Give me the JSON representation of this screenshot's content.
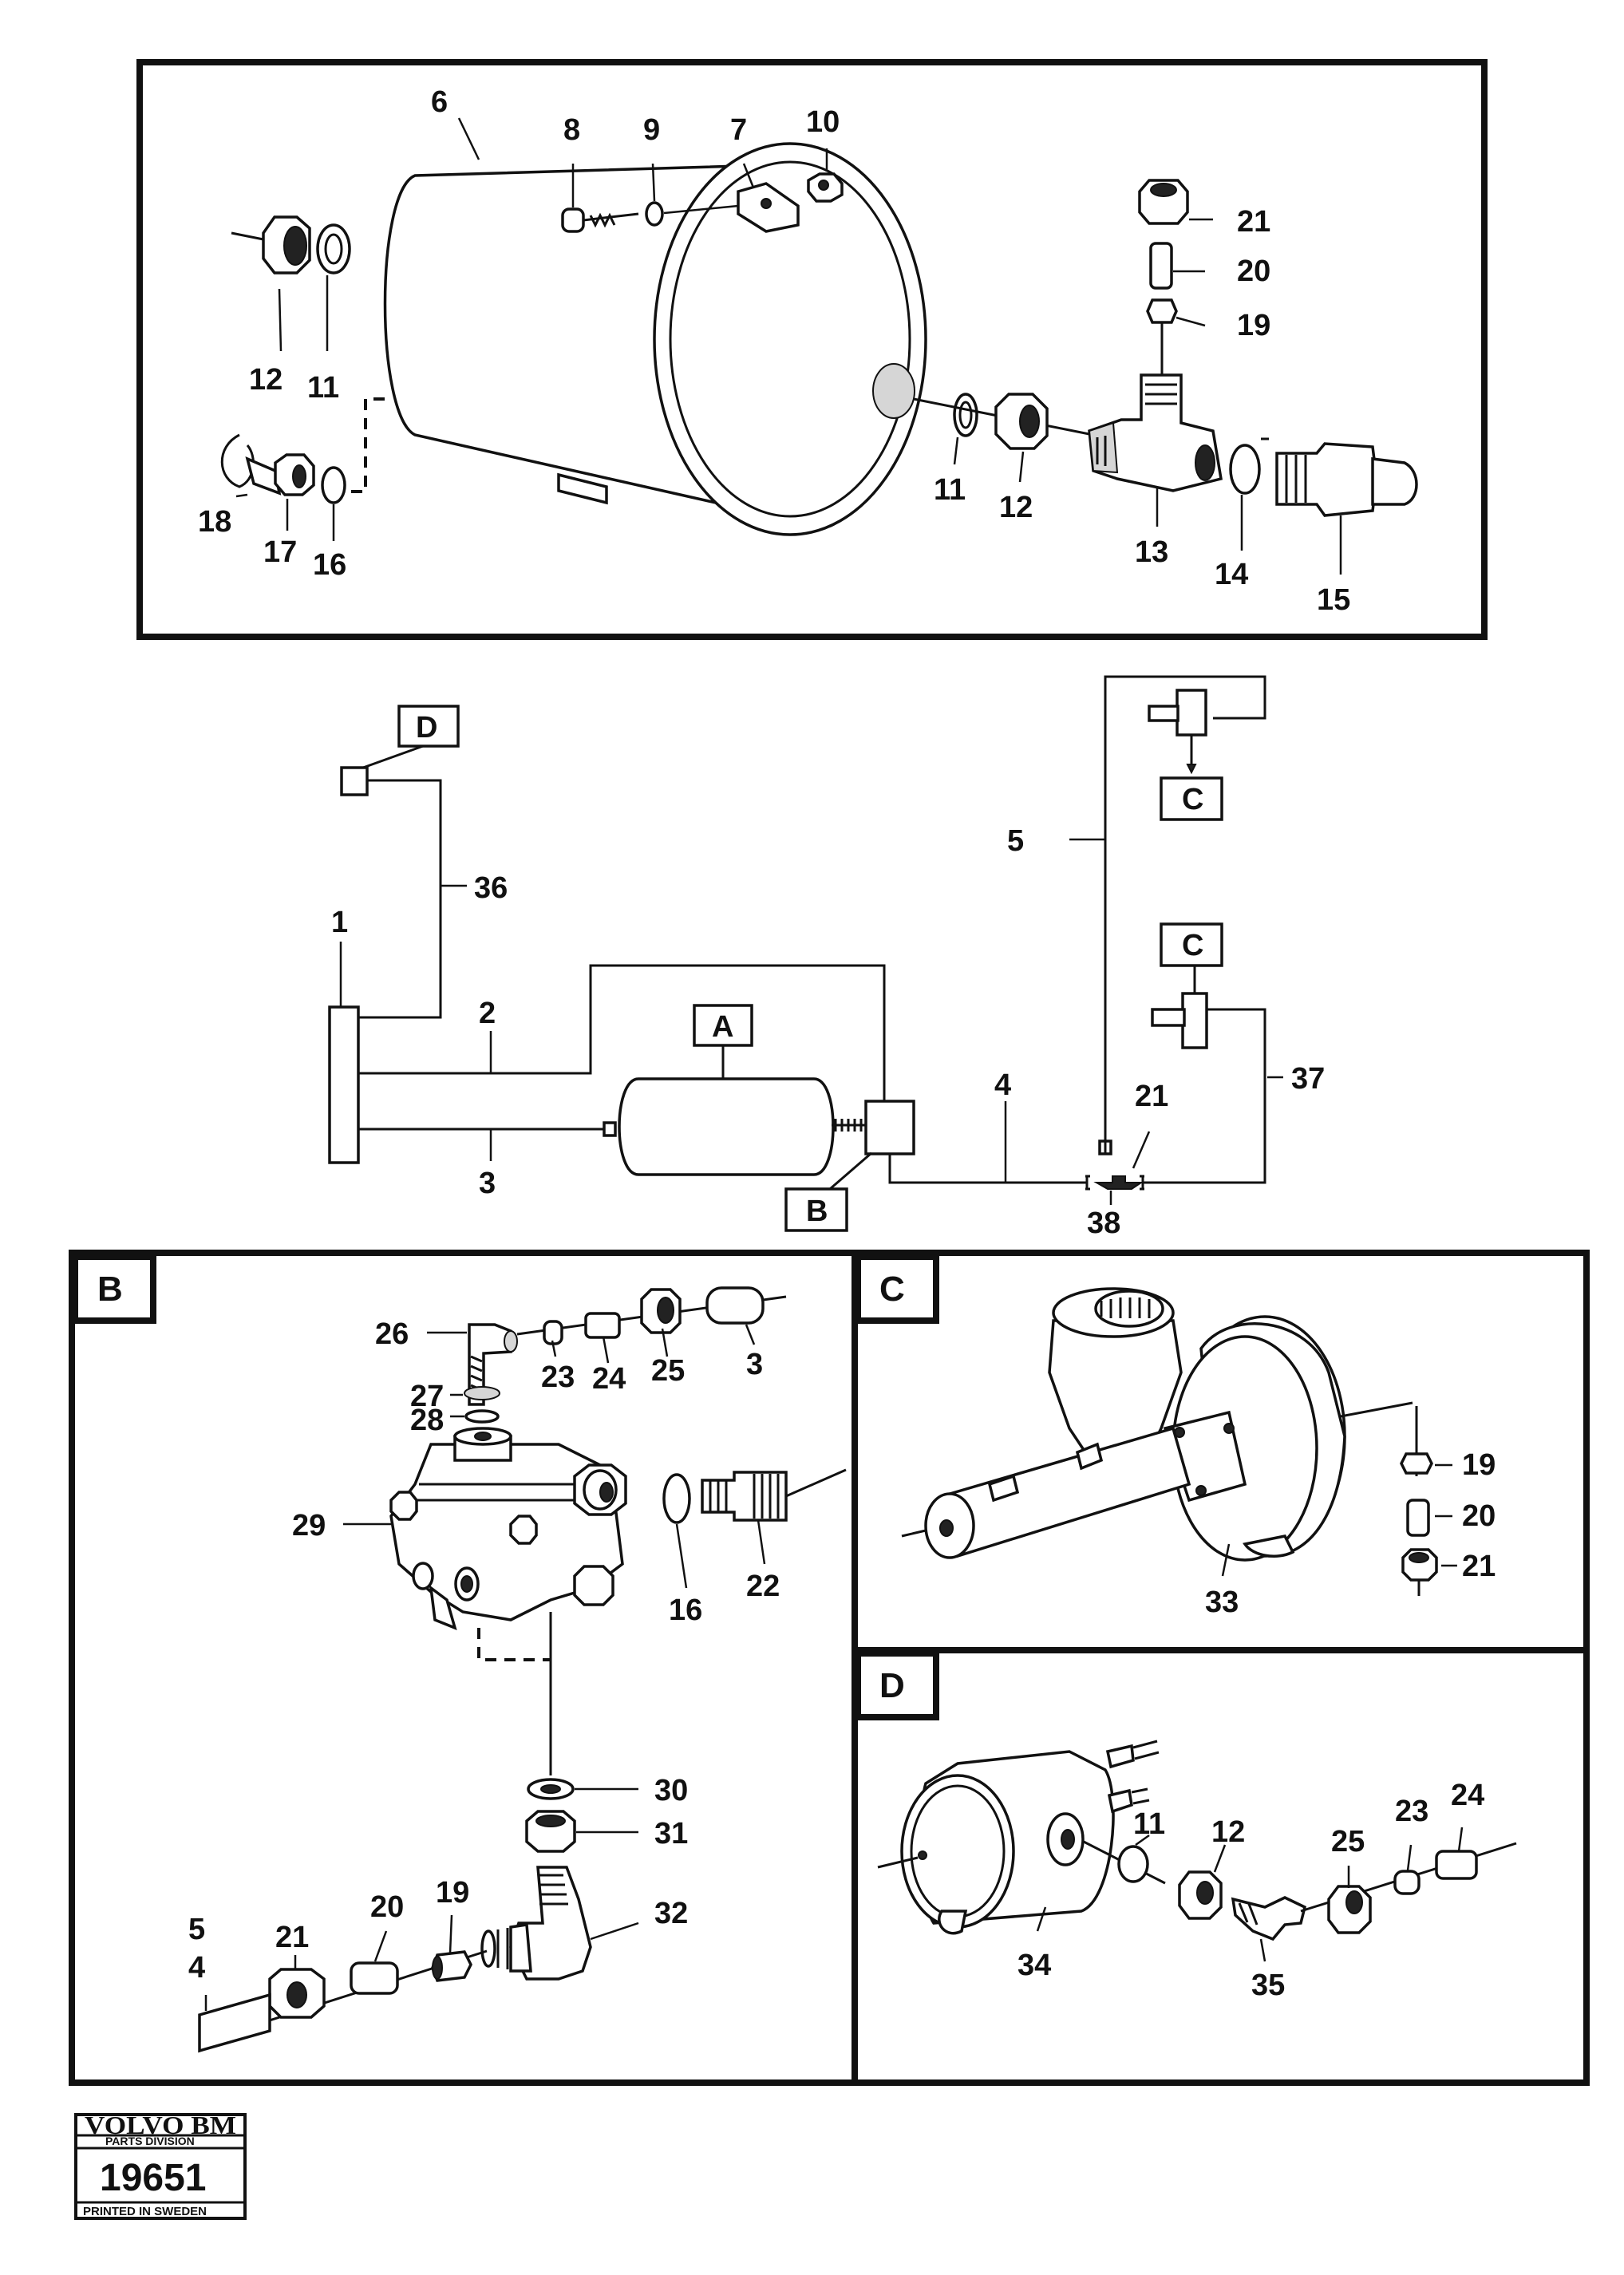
{
  "callouts": {
    "top": {
      "p6": "6",
      "p8": "8",
      "p9": "9",
      "p7": "7",
      "p10": "10",
      "p21": "21",
      "p20": "20",
      "p19": "19",
      "p12a": "12",
      "p11a": "11",
      "p18": "18",
      "p17": "17",
      "p16": "16",
      "p11b": "11",
      "p12b": "12",
      "p13": "13",
      "p14": "14",
      "p15": "15"
    },
    "schematic": {
      "p1": "1",
      "p2": "2",
      "p3": "3",
      "p4": "4",
      "p5": "5",
      "p36": "36",
      "p37": "37",
      "p21": "21",
      "p38": "38"
    },
    "b": {
      "p26": "26",
      "p23": "23",
      "p24": "24",
      "p25": "25",
      "p3": "3",
      "p27": "27",
      "p28": "28",
      "p29": "29",
      "p16": "16",
      "p22": "22",
      "p30": "30",
      "p31": "31",
      "p32": "32",
      "p5": "5",
      "p4": "4",
      "p21": "21",
      "p20": "20",
      "p19": "19"
    },
    "c": {
      "p19": "19",
      "p20": "20",
      "p21": "21",
      "p33": "33"
    },
    "d": {
      "p11": "11",
      "p12": "12",
      "p25": "25",
      "p23": "23",
      "p24": "24",
      "p34": "34",
      "p35": "35"
    }
  },
  "boxes": {
    "schematic": {
      "a": "A",
      "b": "B",
      "c1": "C",
      "c2": "C",
      "d": "D"
    },
    "panels": {
      "b": "B",
      "c": "C",
      "d": "D"
    }
  },
  "stamp": {
    "brand": "VOLVO BM",
    "division": "PARTS DIVISION",
    "number": "19651",
    "footer": "PRINTED IN SWEDEN"
  }
}
